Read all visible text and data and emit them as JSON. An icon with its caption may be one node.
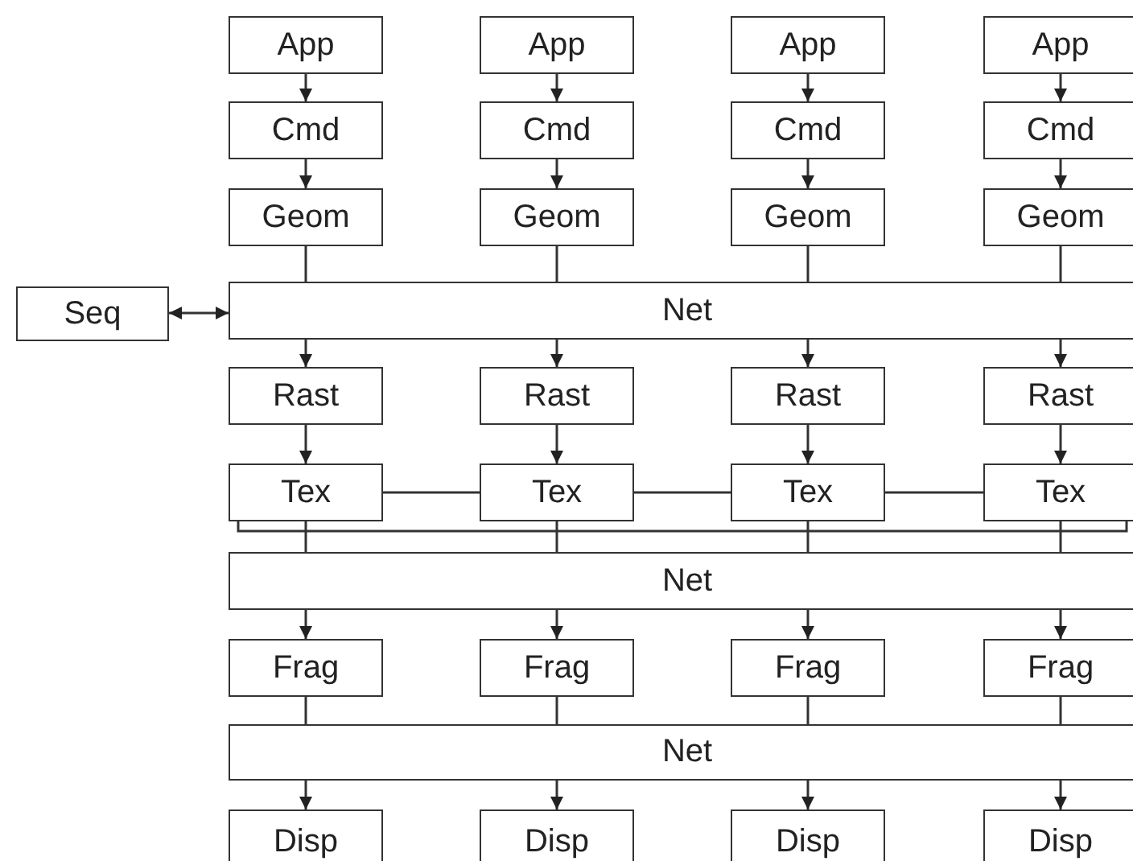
{
  "diagram": {
    "nodes": [
      {
        "text": [
          "App"
        ]
      },
      {
        "text": [
          "App"
        ]
      },
      {
        "text": [
          "App"
        ]
      },
      {
        "text": [
          "App"
        ]
      },
      {
        "text": [
          "Cmd"
        ]
      },
      {
        "text": [
          "Cmd"
        ]
      },
      {
        "text": [
          "Cmd"
        ]
      },
      {
        "text": [
          "Cmd"
        ]
      },
      {
        "text": [
          "Geom"
        ]
      },
      {
        "text": [
          "Geom"
        ]
      },
      {
        "text": [
          "Geom"
        ]
      },
      {
        "text": [
          "Geom"
        ]
      },
      {
        "text": [
          "Seq"
        ]
      },
      {
        "text": [
          "Net"
        ]
      },
      {
        "text": [
          "Rast"
        ]
      },
      {
        "text": [
          "Rast"
        ]
      },
      {
        "text": [
          "Rast"
        ]
      },
      {
        "text": [
          "Rast"
        ]
      },
      {
        "text": [
          "Tex"
        ]
      },
      {
        "text": [
          "Tex"
        ]
      },
      {
        "text": [
          "Tex"
        ]
      },
      {
        "text": [
          "Tex"
        ]
      },
      {
        "text": [
          "Net"
        ]
      },
      {
        "text": [
          "Frag"
        ]
      },
      {
        "text": [
          "Frag"
        ]
      },
      {
        "text": [
          "Frag"
        ]
      },
      {
        "text": [
          "Frag"
        ]
      },
      {
        "text": [
          "Net"
        ]
      },
      {
        "text": [
          "Disp"
        ]
      },
      {
        "text": [
          "Disp"
        ]
      },
      {
        "text": [
          "Disp"
        ]
      },
      {
        "text": [
          "Disp"
        ]
      }
    ],
    "edges": [
      {
        "from": 0,
        "to": 4,
        "arrow": "to"
      },
      {
        "from": 1,
        "to": 5,
        "arrow": "to"
      },
      {
        "from": 2,
        "to": 6,
        "arrow": "to"
      },
      {
        "from": 3,
        "to": 7,
        "arrow": "to"
      },
      {
        "from": 4,
        "to": 8,
        "arrow": "to"
      },
      {
        "from": 5,
        "to": 9,
        "arrow": "to"
      },
      {
        "from": 6,
        "to": 10,
        "arrow": "to"
      },
      {
        "from": 7,
        "to": 11,
        "arrow": "to"
      },
      {
        "from": 8,
        "to": 13,
        "arrow": "none"
      },
      {
        "from": 9,
        "to": 13,
        "arrow": "none"
      },
      {
        "from": 10,
        "to": 13,
        "arrow": "none"
      },
      {
        "from": 11,
        "to": 13,
        "arrow": "none"
      },
      {
        "from": 12,
        "to": 13,
        "arrow": "both"
      },
      {
        "from": 13,
        "to": 14,
        "arrow": "to"
      },
      {
        "from": 13,
        "to": 15,
        "arrow": "to"
      },
      {
        "from": 13,
        "to": 16,
        "arrow": "to"
      },
      {
        "from": 13,
        "to": 17,
        "arrow": "to"
      },
      {
        "from": 14,
        "to": 18,
        "arrow": "to"
      },
      {
        "from": 15,
        "to": 19,
        "arrow": "to"
      },
      {
        "from": 16,
        "to": 20,
        "arrow": "to"
      },
      {
        "from": 17,
        "to": 21,
        "arrow": "to"
      },
      {
        "from": 18,
        "to": 19,
        "arrow": "none"
      },
      {
        "from": 19,
        "to": 20,
        "arrow": "none"
      },
      {
        "from": 20,
        "to": 21,
        "arrow": "none"
      },
      {
        "from": 18,
        "to": 21,
        "arrow": "none"
      },
      {
        "from": 18,
        "to": 22,
        "arrow": "none"
      },
      {
        "from": 19,
        "to": 22,
        "arrow": "none"
      },
      {
        "from": 20,
        "to": 22,
        "arrow": "none"
      },
      {
        "from": 21,
        "to": 22,
        "arrow": "none"
      },
      {
        "from": 22,
        "to": 23,
        "arrow": "to"
      },
      {
        "from": 22,
        "to": 24,
        "arrow": "to"
      },
      {
        "from": 22,
        "to": 25,
        "arrow": "to"
      },
      {
        "from": 22,
        "to": 26,
        "arrow": "to"
      },
      {
        "from": 23,
        "to": 27,
        "arrow": "none"
      },
      {
        "from": 24,
        "to": 27,
        "arrow": "none"
      },
      {
        "from": 25,
        "to": 27,
        "arrow": "none"
      },
      {
        "from": 26,
        "to": 27,
        "arrow": "none"
      },
      {
        "from": 27,
        "to": 28,
        "arrow": "to"
      },
      {
        "from": 27,
        "to": 29,
        "arrow": "to"
      },
      {
        "from": 27,
        "to": 30,
        "arrow": "to"
      },
      {
        "from": 27,
        "to": 31,
        "arrow": "to"
      }
    ]
  }
}
